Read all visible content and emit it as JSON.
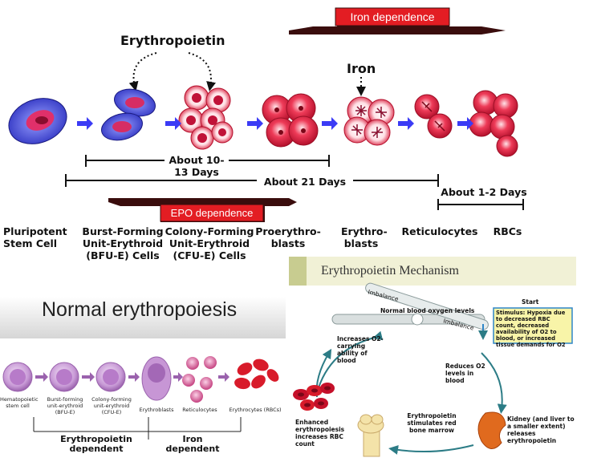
{
  "top_panel": {
    "iron_dependence_label": "Iron dependence",
    "erythropoietin_label": "Erythropoietin",
    "iron_label": "Iron",
    "days_10_13": "About 10-13 Days",
    "days_21": "About 21 Days",
    "days_1_2": "About 1-2 Days",
    "epo_dependence_label": "EPO dependence",
    "stages": [
      "Pluripotent Stem Cell",
      "Burst-Forming Unit-Erythroid (BFU-E) Cells",
      "Colony-Forming Unit-Erythroid (CFU-E) Cells",
      "Proerythro-blasts",
      "Erythro-blasts",
      "Reticulocytes",
      "RBCs"
    ],
    "colors": {
      "banner_red": "#e31d23",
      "banner_dark": "#3a0d0d",
      "arrow_blue": "#3b3bf5"
    }
  },
  "normal_panel": {
    "title": "Normal erythropoiesis",
    "stages": [
      "Hematopoietic stem cell",
      "Burst-forming unit-erythroid (BFU-E)",
      "Colony-forming unit-erythroid (CFU-E)",
      "Erythroblasts",
      "Reticulocytes",
      "Erythrocytes (RBCs)"
    ],
    "epo_dependent": "Erythropoietin dependent",
    "iron_dependent": "Iron dependent",
    "colors": {
      "cell_purple": "#b784c9",
      "rbc_red": "#d81b2a"
    }
  },
  "mechanism_panel": {
    "title": "Erythropoietin Mechanism",
    "start_label": "Start",
    "stimulus_text": "Stimulus: Hypoxia due to decreased RBC count, decreased availability of O2 to blood, or increased tissue demands for O2",
    "imbalance_top": "Imbalance",
    "imbalance_right": "Imbalance",
    "normal_levels": "Normal blood oxygen levels",
    "increases_text": "Increases O2-carrying ability of blood",
    "reduces_text": "Reduces O2 levels in blood",
    "kidney_text": "Kidney (and liver to a smaller extent) releases erythropoietin",
    "marrow_text": "Erythropoietin stimulates red bone marrow",
    "enhanced_text": "Enhanced erythropoiesis increases RBC count",
    "colors": {
      "header_bg": "#f1f1d6",
      "stimulus_bg": "#f8f4a8",
      "stimulus_border": "#2f86c8",
      "cycle_arrow": "#2c7c86"
    }
  }
}
